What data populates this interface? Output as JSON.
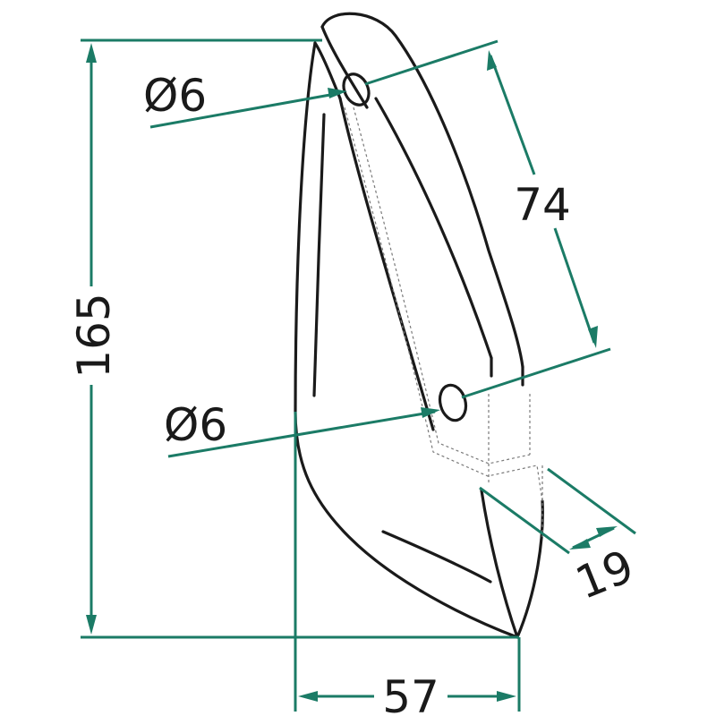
{
  "drawing": {
    "line_color": "#1b7b66",
    "outline_color": "#1a1a1a",
    "dimensions": {
      "height": "165",
      "width": "57",
      "hole_spacing": "74",
      "tip_width": "19",
      "hole_top_diameter": "Ø6",
      "hole_bottom_diameter": "Ø6"
    }
  }
}
